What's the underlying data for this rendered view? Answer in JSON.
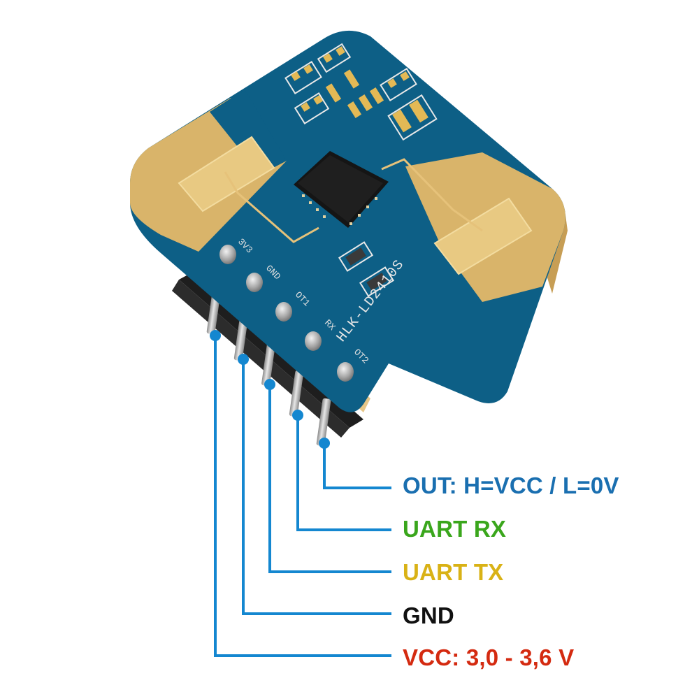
{
  "board": {
    "model_text": "HLK-LD2410S",
    "pin_silkscreen": [
      "3V3",
      "GND",
      "OT1",
      "RX",
      "OT2"
    ]
  },
  "pins": {
    "out": {
      "label": "OUT: H=VCC / L=0V",
      "color": "#1a6fb0"
    },
    "rx": {
      "label": "UART RX",
      "color": "#3aa61c"
    },
    "tx": {
      "label": "UART TX",
      "color": "#d9b216"
    },
    "gnd": {
      "label": "GND",
      "color": "#111111"
    },
    "vcc": {
      "label": "VCC: 3,0 - 3,6 V",
      "color": "#d42a10"
    }
  },
  "colors": {
    "leader_line": "#1487d0",
    "pcb_mask": "#0d5f86",
    "pcb_gold": "#d9b46a",
    "pcb_edge": "#c9a45e",
    "header": "#222222",
    "pin_metal": "#b9b9b9"
  }
}
